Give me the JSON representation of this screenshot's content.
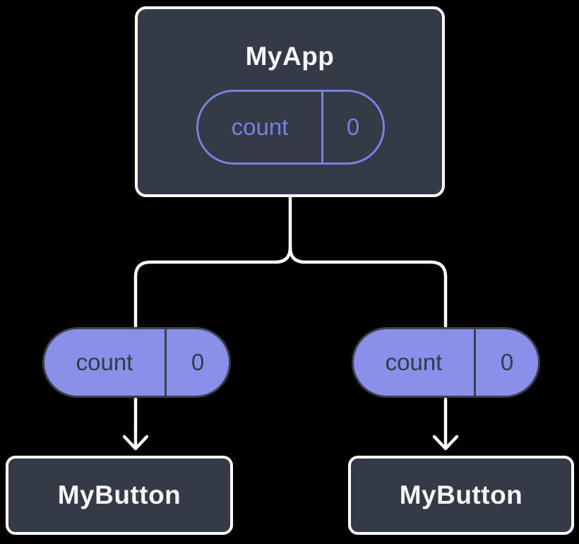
{
  "colors": {
    "background": "#000000",
    "node-fill": "#343A46",
    "node-border": "#FFFFFF",
    "node-text": "#F6F7F9",
    "state-accent": "#7A80E0",
    "prop-fill": "#8A90EA",
    "prop-border": "#3A404C",
    "prop-text": "#343B47",
    "connector": "#FFFFFF"
  },
  "diagram": {
    "root": {
      "title": "MyApp",
      "state": {
        "name": "count",
        "value": "0"
      }
    },
    "props": [
      {
        "name": "count",
        "value": "0"
      },
      {
        "name": "count",
        "value": "0"
      }
    ],
    "children": [
      {
        "title": "MyButton"
      },
      {
        "title": "MyButton"
      }
    ]
  }
}
